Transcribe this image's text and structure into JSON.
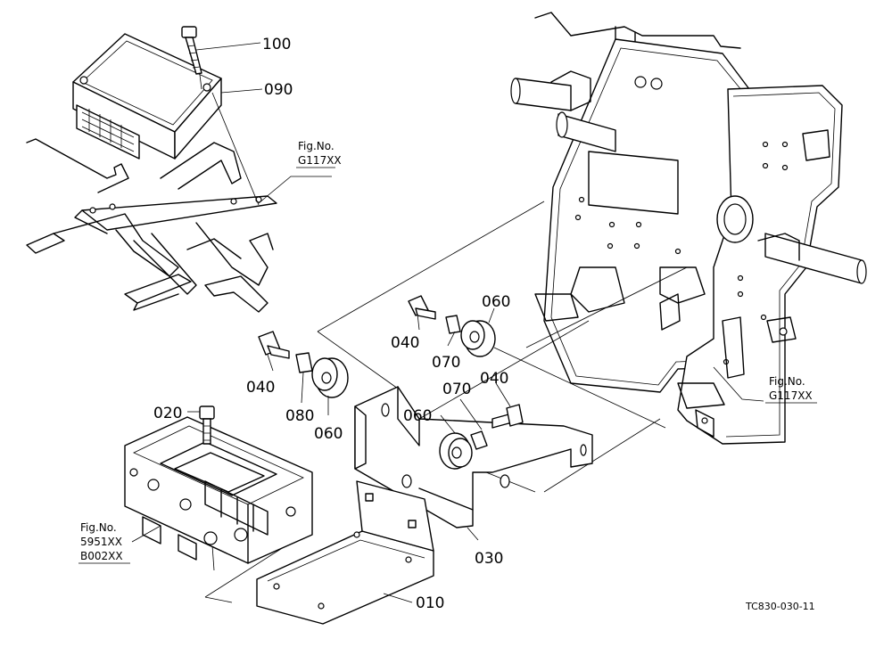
{
  "labels": {
    "p100": "100",
    "p090": "090",
    "p060a": "060",
    "p040a": "040",
    "p070a": "070",
    "p040b": "040",
    "p080": "080",
    "p060b": "060",
    "p070b": "070",
    "p040c": "040",
    "p060c": "060",
    "p020": "020",
    "p030": "030",
    "p010": "010"
  },
  "refs": {
    "ref1": {
      "line1": "Fig.No.",
      "line2": "G117XX"
    },
    "ref2": {
      "line1": "Fig.No.",
      "line2": "G117XX"
    },
    "ref3": {
      "line1": "Fig.No.",
      "line2": "5951XX",
      "line3": "B002XX"
    }
  },
  "drawing_code": "TC830-030-11"
}
